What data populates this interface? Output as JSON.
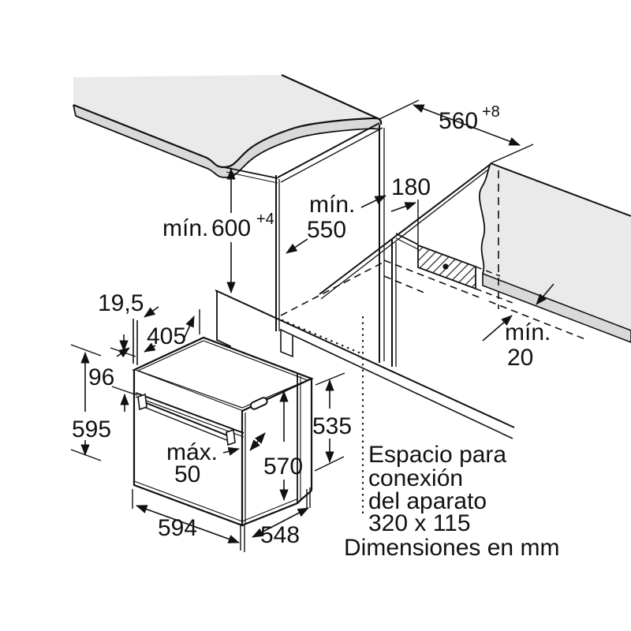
{
  "diagram": {
    "dimensions": {
      "niche_width": {
        "value": "560",
        "tolerance": "+8"
      },
      "niche_height": {
        "label": "mín.",
        "value": "600",
        "tolerance": "+4"
      },
      "niche_depth": {
        "label": "mín.",
        "value": "550"
      },
      "connection_offset": {
        "value": "180"
      },
      "wall_gap": {
        "label": "mín.",
        "value": "20"
      },
      "fascia_overhang": {
        "value": "19,5"
      },
      "top_rear_depth": {
        "value": "405"
      },
      "control_panel_height": {
        "value": "96"
      },
      "appliance_total_height": {
        "value": "595"
      },
      "handle_protrusion": {
        "label": "máx.",
        "value": "50"
      },
      "body_height": {
        "value": "570"
      },
      "casing_height": {
        "value": "535"
      },
      "appliance_width": {
        "value": "594"
      },
      "casing_depth": {
        "value": "548"
      }
    },
    "connection_note": {
      "line1": "Espacio para",
      "line2": "conexión",
      "line3": "del aparato",
      "line4": "320 x 115"
    },
    "units_note": "Dimensiones en mm",
    "colors": {
      "line": "#111111",
      "surface_light": "#eaeaea",
      "surface_mid": "#d9d9d9",
      "background": "#ffffff"
    }
  }
}
